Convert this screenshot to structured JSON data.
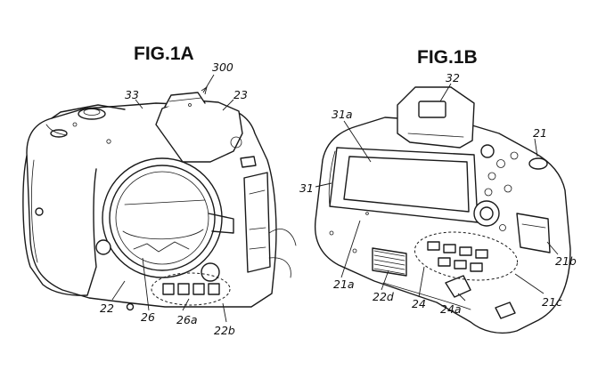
{
  "figures": [
    {
      "title": "FIG.1A",
      "labels": {
        "r300": "300",
        "r33": "33",
        "r23": "23",
        "r22": "22",
        "r26": "26",
        "r26a": "26a",
        "r22b": "22b"
      }
    },
    {
      "title": "FIG.1B",
      "labels": {
        "r32": "32",
        "r31a": "31a",
        "r21": "21",
        "r31": "31",
        "r21b": "21b",
        "r21a": "21a",
        "r22d": "22d",
        "r24": "24",
        "r24a": "24a",
        "r21c": "21c"
      }
    }
  ]
}
